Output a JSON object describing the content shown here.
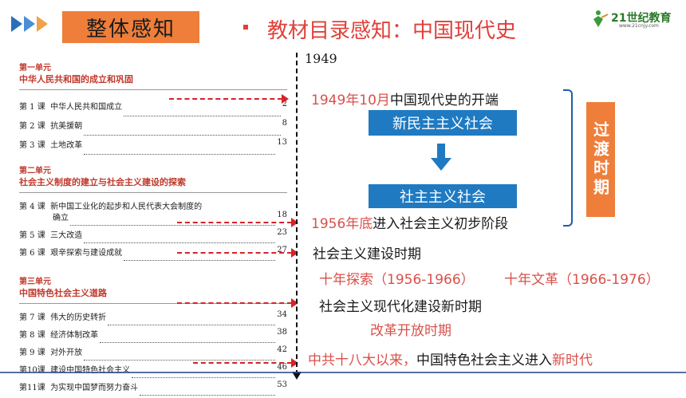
{
  "header": {
    "title": "整体感知",
    "subtitle": "教材目录感知：中国现代史",
    "logo_text": "21世纪教育",
    "logo_url": "www.21cnjy.com"
  },
  "toc": {
    "units": [
      {
        "label": "第一单元",
        "title": "中华人民共和国的成立和巩固",
        "lessons": [
          {
            "num": "第 1 课",
            "name": "中华人民共和国成立",
            "page": "2"
          },
          {
            "num": "第 2 课",
            "name": "抗美援朝",
            "page": "8"
          },
          {
            "num": "第 3 课",
            "name": "土地改革",
            "page": "13"
          }
        ]
      },
      {
        "label": "第二单元",
        "title": "社会主义制度的建立与社会主义建设的探索",
        "lessons": [
          {
            "num": "第 4 课",
            "name": "新中国工业化的起步和人民代表大会制度的",
            "name2": "确立",
            "page": "18"
          },
          {
            "num": "第 5 课",
            "name": "三大改造",
            "page": "23"
          },
          {
            "num": "第 6 课",
            "name": "艰辛探索与建设成就",
            "page": "27"
          }
        ]
      },
      {
        "label": "第三单元",
        "title": "中国特色社会主义道路",
        "lessons": [
          {
            "num": "第 7 课",
            "name": "伟大的历史转折",
            "page": "34"
          },
          {
            "num": "第 8 课",
            "name": "经济体制改革",
            "page": "38"
          },
          {
            "num": "第 9 课",
            "name": "对外开放",
            "page": "42"
          },
          {
            "num": "第10课",
            "name": "建设中国特色社会主义",
            "page": "46"
          },
          {
            "num": "第11课",
            "name": "为实现中国梦而努力奋斗",
            "page": "53"
          }
        ]
      }
    ]
  },
  "timeline": {
    "start_year": "1949",
    "event_1949_red": "1949年10月",
    "event_1949_black": "中国现代史的开端",
    "box_new_democracy": "新民主主义社会",
    "box_socialism": "社主主义社会",
    "event_1956_red": "1956年底",
    "event_1956_black": "进入社会主义初步阶段",
    "transition_label": "过渡时期",
    "socialist_construction": "社会主义建设时期",
    "ten_year_explore": "十年探索（1956-1966）",
    "ten_year_cultural": "十年文革（1966-1976）",
    "modernization": "社会主义现代化建设新时期",
    "reform_opening": "改革开放时期",
    "new_era_red": "中共十八大以来，",
    "new_era_black": "中国特色社会主义进入",
    "new_era_red2": "新时代"
  },
  "colors": {
    "accent_orange": "#ee7e3a",
    "title_red": "#e0403a",
    "timeline_red": "#d9504a",
    "box_blue": "#1f7ac2",
    "arrow_red": "#d4232a"
  }
}
